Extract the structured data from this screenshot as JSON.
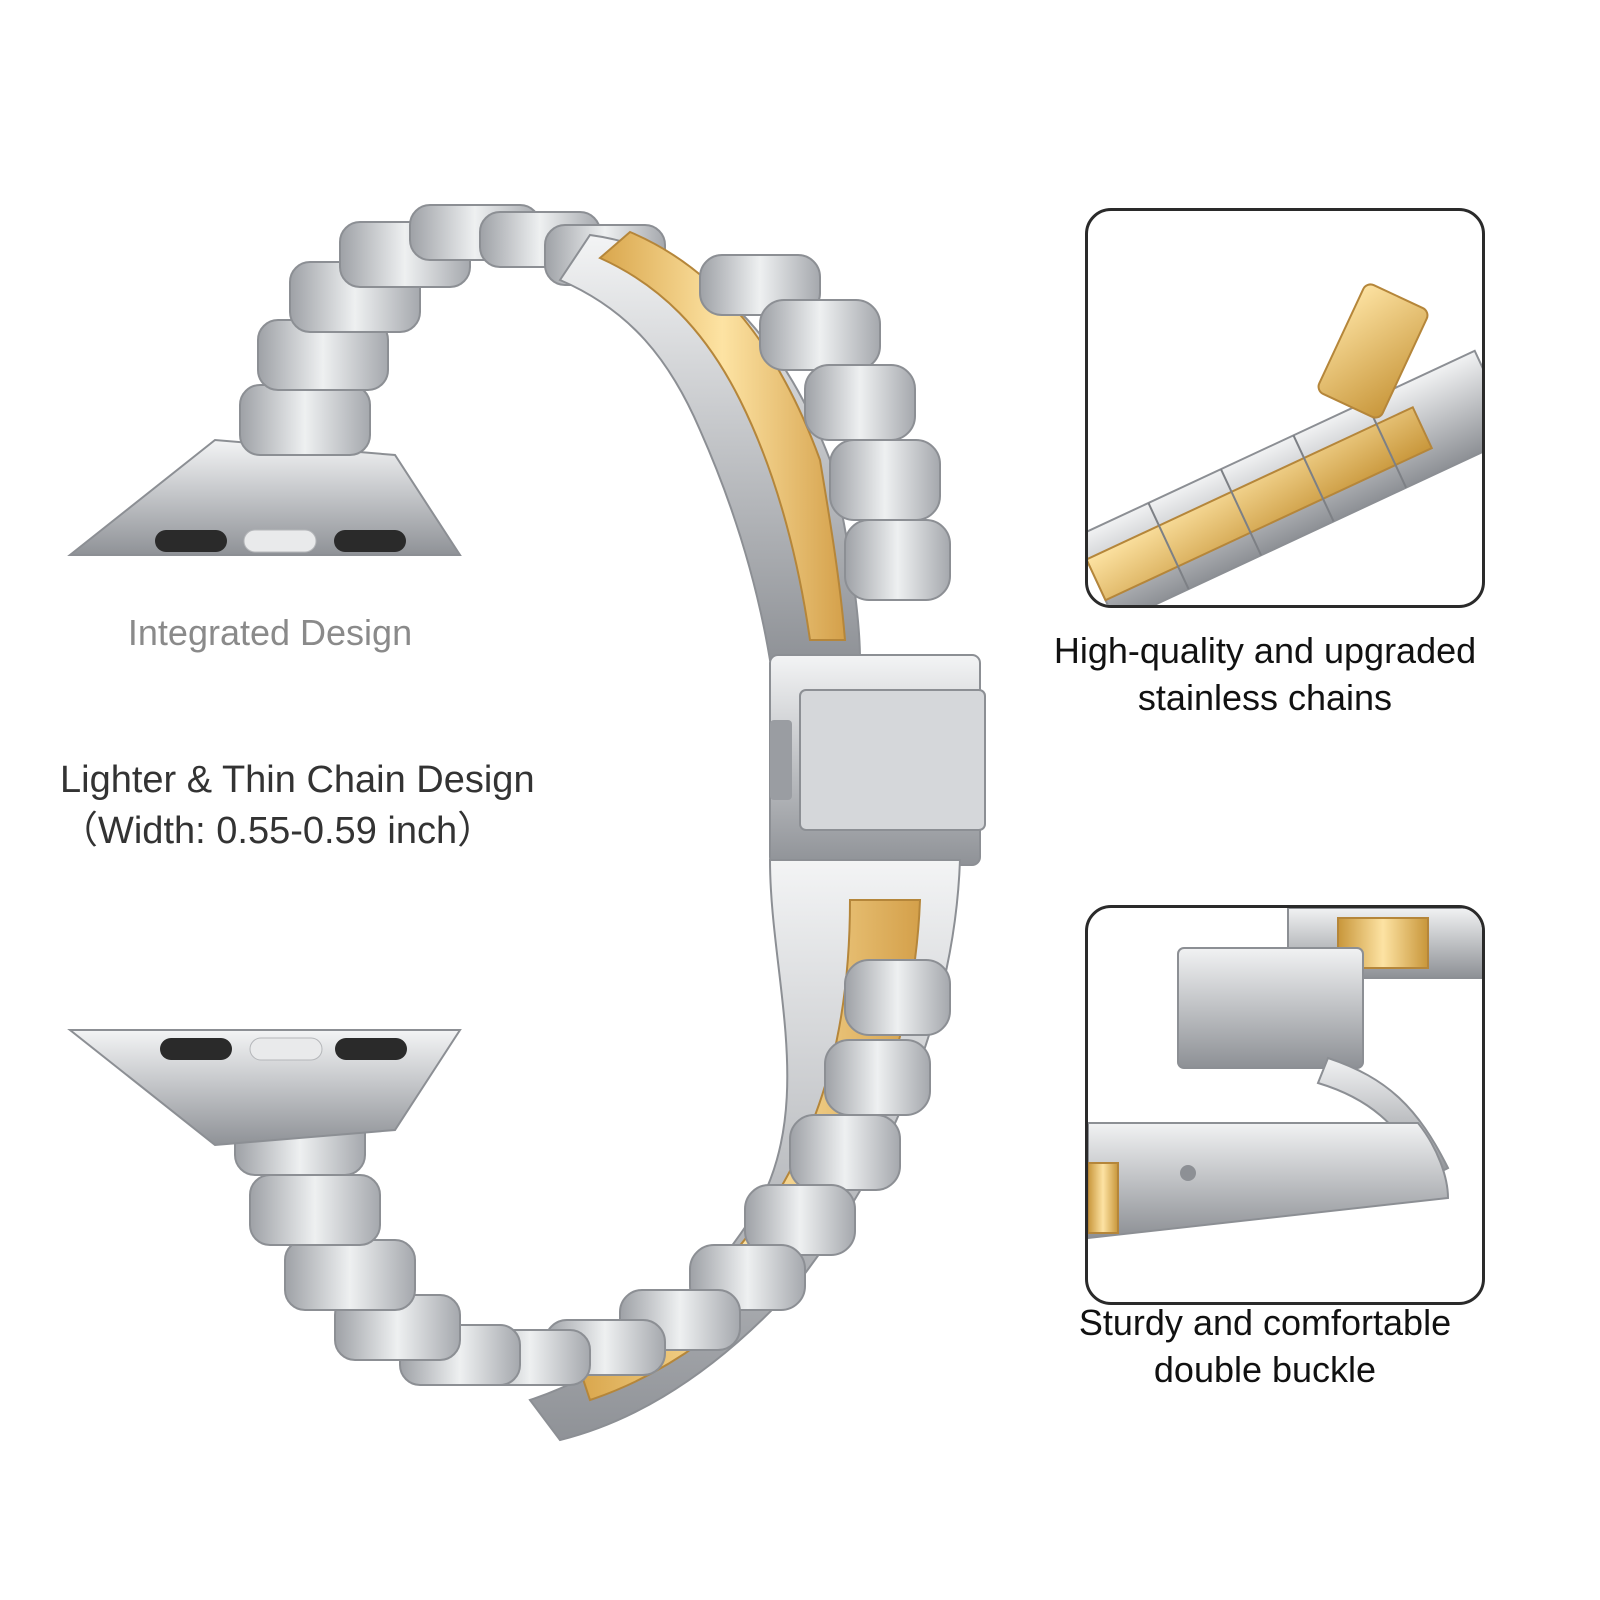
{
  "labels": {
    "integrated": "Integrated Design",
    "lighter_line1": "Lighter & Thin Chain Design",
    "lighter_line2": "（Width: 0.55-0.59 inch）",
    "caption1_line1": "High-quality and upgraded",
    "caption1_line2": "stainless chains",
    "caption2_line1": "Sturdy and comfortable",
    "caption2_line2": "double buckle"
  },
  "colors": {
    "silver": "#c9cbce",
    "silver_dark": "#8e9196",
    "gold": "#f2c667",
    "gold_dark": "#c8963a",
    "border": "#2a2a2a"
  }
}
